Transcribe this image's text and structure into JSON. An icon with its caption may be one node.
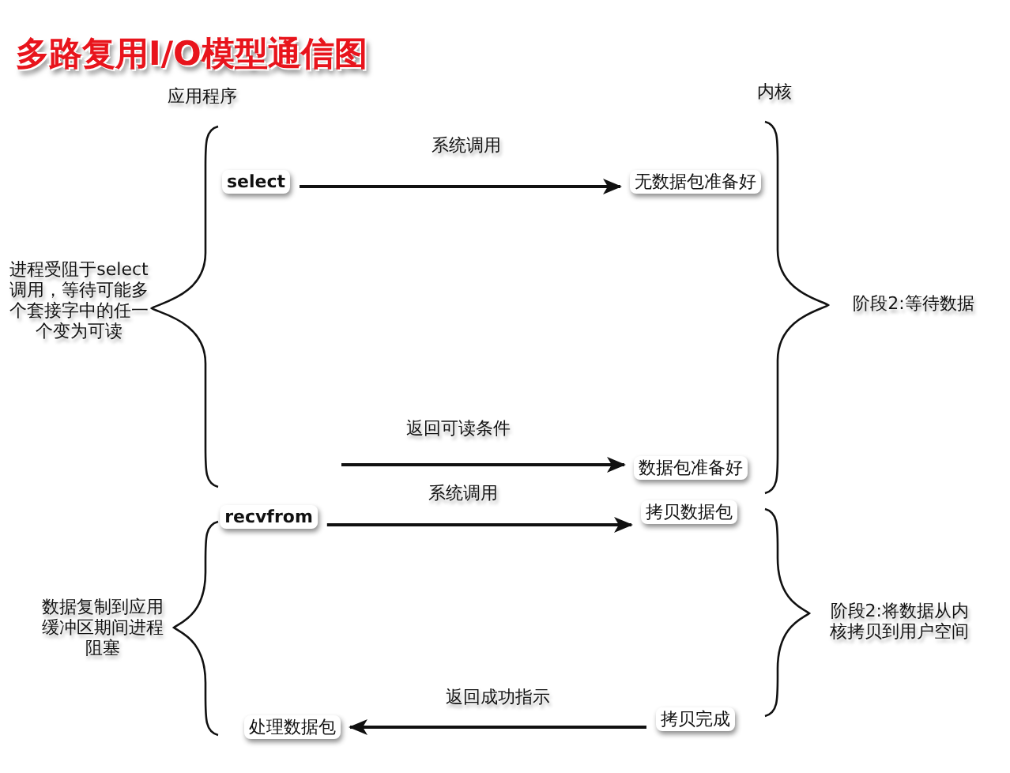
{
  "diagram": {
    "title": "多路复用I/O模型通信图",
    "nodes": [
      {
        "text": [
          "select"
        ]
      },
      {
        "text": [
          "无数据包准备好"
        ]
      },
      {
        "text": [
          "数据包准备好"
        ]
      },
      {
        "text": [
          "recvfrom"
        ]
      },
      {
        "text": [
          "拷贝数据包"
        ]
      },
      {
        "text": [
          "处理数据包"
        ]
      },
      {
        "text": [
          "拷贝完成"
        ]
      }
    ],
    "edges": [
      {
        "from": 0,
        "to": 1,
        "arrow": "to",
        "label": "系统调用"
      },
      {
        "from": null,
        "to": 2,
        "arrow": "to",
        "label": "返回可读条件"
      },
      {
        "from": 3,
        "to": 4,
        "arrow": "to",
        "label": "系统调用"
      },
      {
        "from": 6,
        "to": 5,
        "arrow": "to",
        "label": "返回成功指示"
      }
    ],
    "labels": [
      "应用程序",
      "内核",
      "进程受阻于select调用，等待可能多个套接字中的任一个变为可读",
      "阶段2:等待数据",
      "数据复制到应用缓冲区期间进程阻塞",
      "阶段2:将数据从内核拷贝到用户空间"
    ]
  }
}
